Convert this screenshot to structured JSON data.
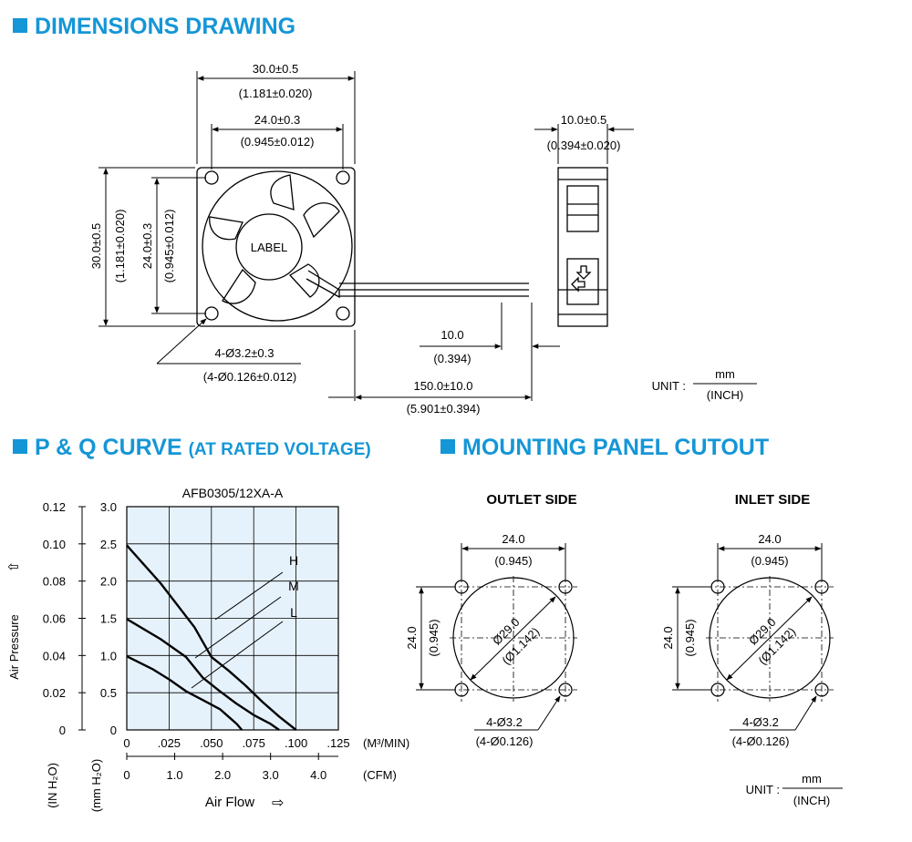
{
  "sections": {
    "dimensions": "DIMENSIONS DRAWING",
    "pq": "P & Q CURVE",
    "pq_sub": "(AT RATED VOLTAGE)",
    "mounting": "MOUNTING PANEL CUTOUT"
  },
  "dimensions": {
    "width_mm": "30.0±0.5",
    "width_in": "(1.181±0.020)",
    "hole_mm": "24.0±0.3",
    "hole_in": "(0.945±0.012)",
    "height_mm": "30.0±0.5",
    "height_in": "(1.181±0.020)",
    "vhole_mm": "24.0±0.3",
    "vhole_in": "(0.945±0.012)",
    "label": "LABEL",
    "holes_mm": "4-Ø3.2±0.3",
    "holes_in": "(4-Ø0.126±0.012)",
    "strip_mm": "10.0",
    "strip_in": "(0.394)",
    "lead_mm": "150.0±10.0",
    "lead_in": "(5.901±0.394)",
    "depth_mm": "10.0±0.5",
    "depth_in": "(0.394±0.020)",
    "unit_label": "UNIT :",
    "unit_mm": "mm",
    "unit_in": "(INCH)"
  },
  "pq_chart": {
    "title": "AFB0305/12XA-A",
    "y_axis_label": "Air Pressure",
    "y_in_unit": "(IN H₂O)",
    "y_mm_unit": "(mm H₂O)",
    "x_axis_label": "Air Flow",
    "x_m3_unit": "(M³/MIN)",
    "x_cfm_unit": "(CFM)"
  },
  "chart_data": {
    "type": "line",
    "title": "AFB0305/12XA-A",
    "xlabel": "Air Flow",
    "ylabel": "Air Pressure",
    "x_unit": "M³/MIN",
    "y_unit": "mm H₂O",
    "xlim": [
      0,
      0.125
    ],
    "ylim": [
      0,
      3.0
    ],
    "x_ticks": [
      "0",
      ".025",
      ".050",
      ".075",
      ".100",
      ".125"
    ],
    "x_ticks_cfm": [
      "0",
      "1.0",
      "2.0",
      "3.0",
      "4.0"
    ],
    "y_ticks_mm": [
      "0",
      "0.5",
      "1.0",
      "1.5",
      "2.0",
      "2.5",
      "3.0"
    ],
    "y_ticks_in": [
      "0",
      "0.02",
      "0.04",
      "0.06",
      "0.08",
      "0.10",
      "0.12"
    ],
    "grid": true,
    "series": [
      {
        "name": "H",
        "points": [
          [
            0,
            2.48
          ],
          [
            0.02,
            1.97
          ],
          [
            0.04,
            1.38
          ],
          [
            0.05,
            0.98
          ],
          [
            0.06,
            0.8
          ],
          [
            0.07,
            0.6
          ],
          [
            0.08,
            0.38
          ],
          [
            0.09,
            0.18
          ],
          [
            0.1,
            0
          ]
        ]
      },
      {
        "name": "M",
        "points": [
          [
            0,
            1.49
          ],
          [
            0.02,
            1.22
          ],
          [
            0.035,
            0.98
          ],
          [
            0.045,
            0.7
          ],
          [
            0.055,
            0.52
          ],
          [
            0.065,
            0.35
          ],
          [
            0.075,
            0.2
          ],
          [
            0.085,
            0.08
          ],
          [
            0.09,
            0
          ]
        ]
      },
      {
        "name": "L",
        "points": [
          [
            0,
            0.99
          ],
          [
            0.015,
            0.82
          ],
          [
            0.025,
            0.68
          ],
          [
            0.035,
            0.52
          ],
          [
            0.045,
            0.4
          ],
          [
            0.055,
            0.28
          ],
          [
            0.06,
            0.18
          ],
          [
            0.065,
            0.08
          ],
          [
            0.068,
            0
          ]
        ]
      }
    ]
  },
  "mounting": {
    "outlet": {
      "title": "OUTLET SIDE",
      "dim_mm": "24.0",
      "dim_in": "(0.945)",
      "vdim_mm": "24.0",
      "vdim_in": "(0.945)",
      "dia_mm": "Ø29.0",
      "dia_in": "(Ø1.142)",
      "holes_mm": "4-Ø3.2",
      "holes_in": "(4-Ø0.126)"
    },
    "inlet": {
      "title": "INLET SIDE",
      "dim_mm": "24.0",
      "dim_in": "(0.945)",
      "vdim_mm": "24.0",
      "vdim_in": "(0.945)",
      "dia_mm": "Ø29.0",
      "dia_in": "(Ø1.142)",
      "holes_mm": "4-Ø3.2",
      "holes_in": "(4-Ø0.126)"
    },
    "unit_label": "UNIT :",
    "unit_mm": "mm",
    "unit_in": "(INCH)"
  },
  "colors": {
    "accent": "#1596d6",
    "chart_bg": "#e6f2fb"
  }
}
